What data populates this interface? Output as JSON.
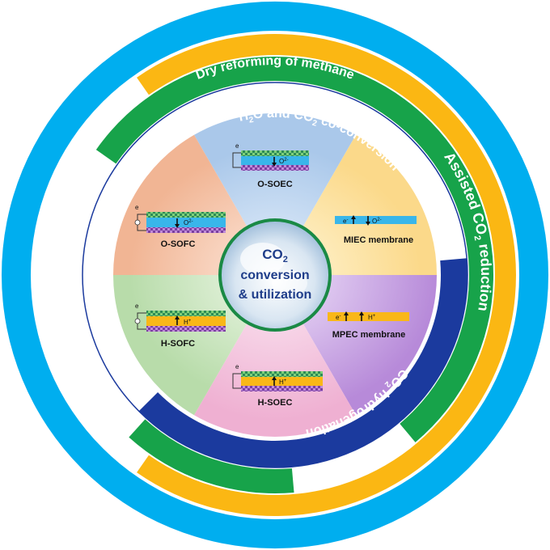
{
  "rings": {
    "dry_reforming": "Dry reforming of methane",
    "co_conversion": {
      "prefix": "H",
      "sub1": "2",
      "mid": "O and CO",
      "sub2": "2",
      "suffix": " co-conversion"
    },
    "assisted": {
      "prefix": "Assisted CO",
      "sub": "2",
      "suffix": " reduction"
    },
    "hydrogenation": {
      "prefix": "CO",
      "sub": "2",
      "suffix": " hydrogenation"
    }
  },
  "center": {
    "line1": "CO",
    "line1_sub": "2",
    "line2": "conversion",
    "line3": "& utilization"
  },
  "cells": {
    "o_soec": {
      "label": "O-SOEC",
      "ion": "O",
      "ion_sup": "2-",
      "electron": "e"
    },
    "miec": {
      "label": "MIEC membrane",
      "electron": "e",
      "ion": "O",
      "ion_sup": "2-"
    },
    "mpec": {
      "label": "MPEC membrane",
      "electron": "e",
      "ion": "H",
      "ion_sup": "+"
    },
    "h_soec": {
      "label": "H-SOEC",
      "ion": "H",
      "ion_sup": "+",
      "electron": "e"
    },
    "h_sofc": {
      "label": "H-SOFC",
      "ion": "H",
      "ion_sup": "+",
      "electron": "e"
    },
    "o_sofc": {
      "label": "O-SOFC",
      "ion": "O",
      "ion_sup": "2-",
      "electron": "e"
    }
  },
  "colors": {
    "outer_blue": "#00aeef",
    "gold": "#fbb713",
    "green": "#17a34a",
    "navy": "#1b3a9e",
    "membrane_blue": "#39b6ea",
    "membrane_gold": "#f9b718",
    "sector_o_soec": "#b9d3ee",
    "sector_miec": "#fde4a4",
    "sector_mpec": "#c9a3e4",
    "sector_h_soec": "#f3c2dd",
    "sector_h_sofc": "#c9e3bd",
    "sector_o_sofc": "#f5c5a8",
    "center_border": "#1a8a45"
  }
}
